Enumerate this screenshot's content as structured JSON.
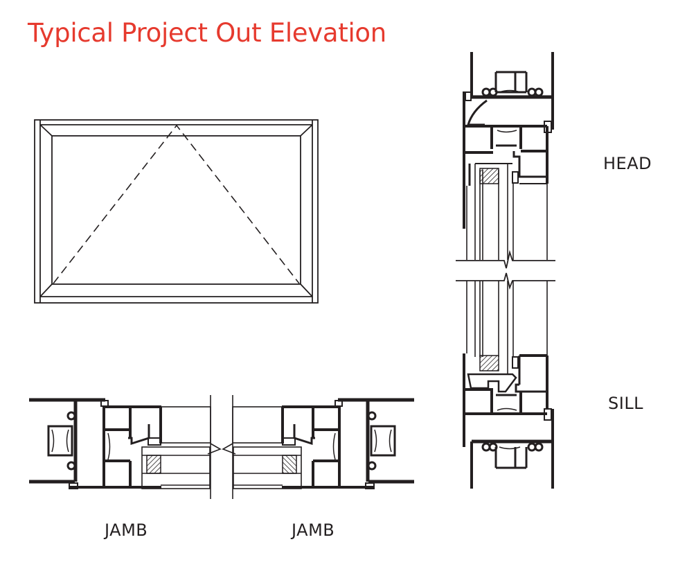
{
  "title": "Typical Project Out Elevation",
  "colors": {
    "title": "#e63a2e",
    "line": "#231f20",
    "background": "#ffffff"
  },
  "labels": {
    "head": "HEAD",
    "sill": "SILL",
    "jamb_left": "JAMB",
    "jamb_right": "JAMB"
  },
  "elevation": {
    "description": "Window frame elevation with dashed triangle indicating project-out sash hinged at top",
    "opening_indicator": "dashed-triangle-apex-top"
  },
  "sections": [
    {
      "name": "head",
      "orientation": "vertical-section-top"
    },
    {
      "name": "sill",
      "orientation": "vertical-section-bottom"
    },
    {
      "name": "jamb-left",
      "orientation": "horizontal-section"
    },
    {
      "name": "jamb-right",
      "orientation": "horizontal-section-mirrored"
    }
  ]
}
